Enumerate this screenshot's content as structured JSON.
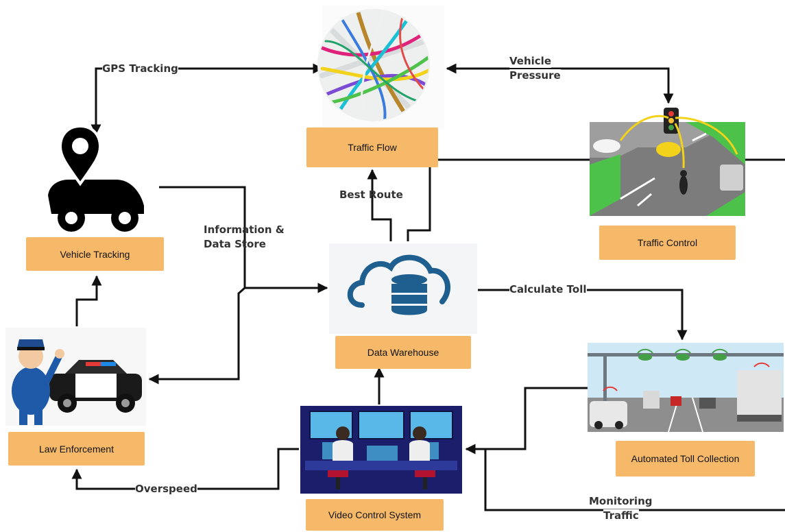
{
  "nodes": {
    "traffic_flow": "Traffic Flow",
    "vehicle_tracking": "Vehicle Tracking",
    "traffic_control": "Traffic Control",
    "data_warehouse": "Data Warehouse",
    "law_enforcement": "Law Enforcement",
    "automated_toll": "Automated Toll Collection",
    "video_control": "Video Control System"
  },
  "edges": {
    "gps_tracking": "GPS Tracking",
    "vehicle_pressure_1": "Vehicle",
    "vehicle_pressure_2": "Pressure",
    "best_route": "Best Route",
    "info_store_1": "Information &",
    "info_store_2": "Data Store",
    "calculate_toll": "Calculate Toll",
    "overspeed": "Overspeed",
    "monitoring_1": "Monitoring",
    "monitoring_2": "Traffic"
  },
  "colors": {
    "box": "#f6b969",
    "line": "#111111",
    "label": "#333333"
  },
  "icons": [
    "traffic-map-icon",
    "vehicle-pin-icon",
    "intersection-icon",
    "cloud-database-icon",
    "police-officer-car-icon",
    "toll-gantry-icon",
    "control-room-icon"
  ]
}
